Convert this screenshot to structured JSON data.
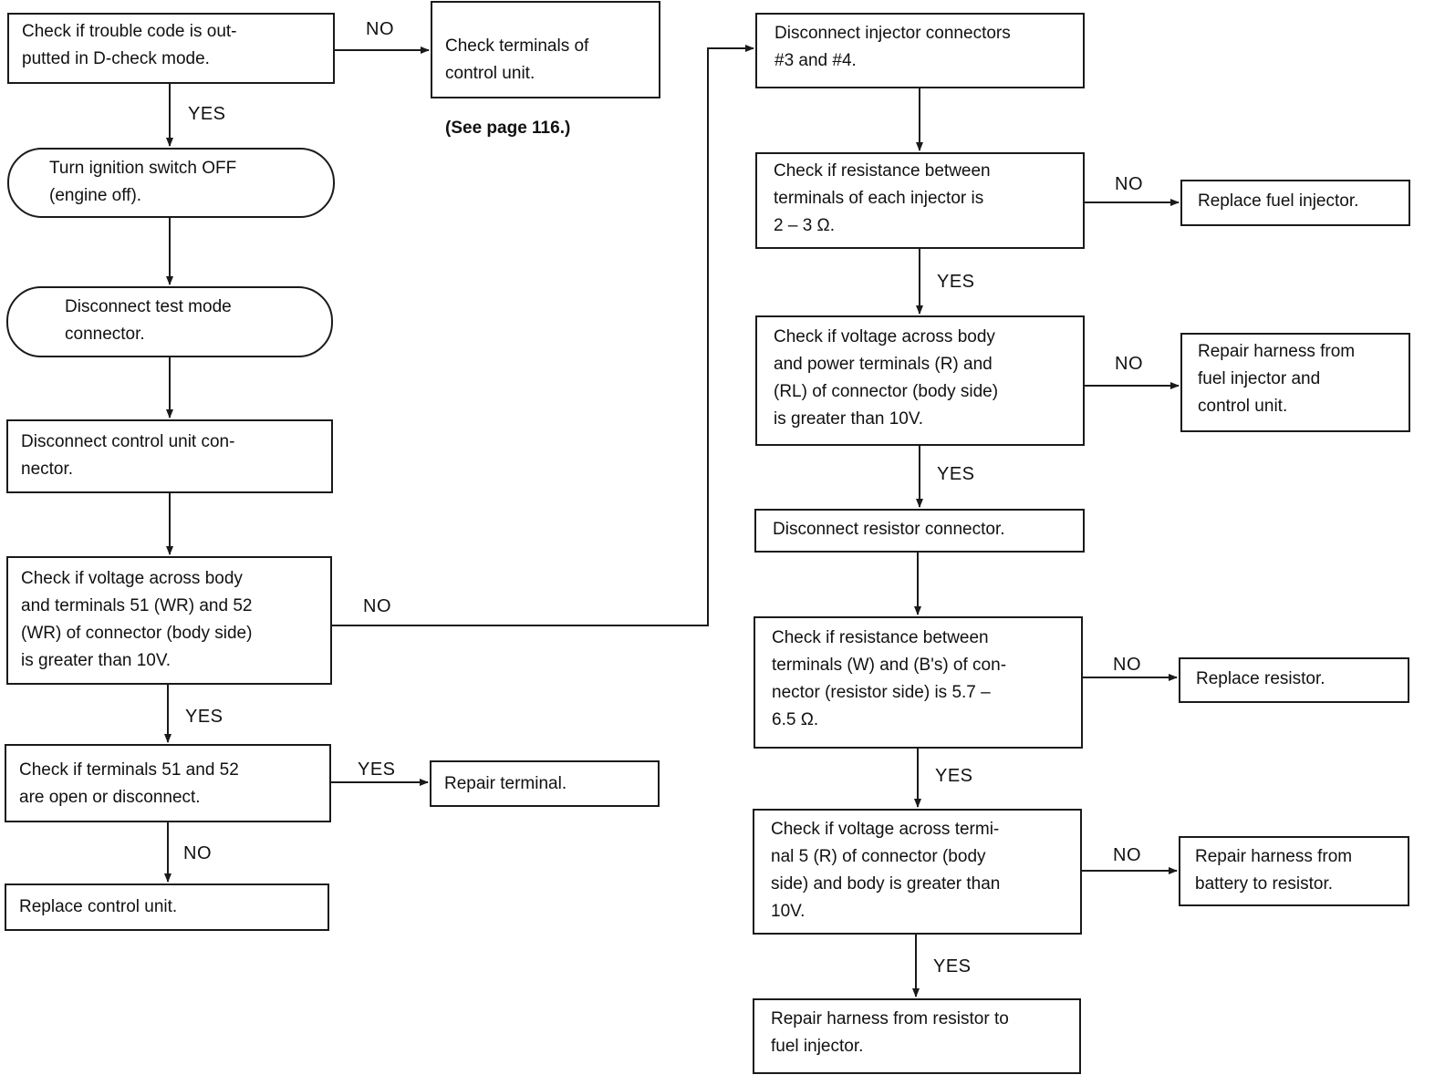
{
  "nodes": {
    "n1": "Check if trouble code is out-\nputted in D-check mode.",
    "n2": "Check terminals of\ncontrol unit.",
    "n2b": "(See page 116.)",
    "n3": "Turn ignition switch OFF\n(engine off).",
    "n4": "Disconnect test mode\nconnector.",
    "n5": "Disconnect control unit con-\nnector.",
    "n6": "Check if voltage across body\nand terminals 51 (WR) and 52\n(WR) of connector (body side)\nis greater than 10V.",
    "n7": "Check if terminals 51 and 52\nare open or disconnect.",
    "n8": "Repair terminal.",
    "n9": "Replace control unit.",
    "n10": "Disconnect injector connectors\n#3 and #4.",
    "n11": "Check if resistance between\nterminals of each injector is\n2 – 3 Ω.",
    "n12": "Replace fuel injector.",
    "n13": "Check if voltage across body\nand power terminals (R) and\n(RL) of connector (body side)\nis greater than 10V.",
    "n14": "Repair harness from\nfuel injector and\ncontrol unit.",
    "n15": "Disconnect resistor connector.",
    "n16": "Check if resistance between\nterminals (W) and (B's) of con-\nnector (resistor side) is 5.7 –\n6.5 Ω.",
    "n17": "Replace resistor.",
    "n18": "Check if voltage across termi-\nnal 5 (R) of connector (body\nside) and body is greater than\n10V.",
    "n19": "Repair harness from\nbattery to resistor.",
    "n20": "Repair harness from resistor to\nfuel injector."
  },
  "labels": {
    "yes": "YES",
    "no": "NO"
  }
}
